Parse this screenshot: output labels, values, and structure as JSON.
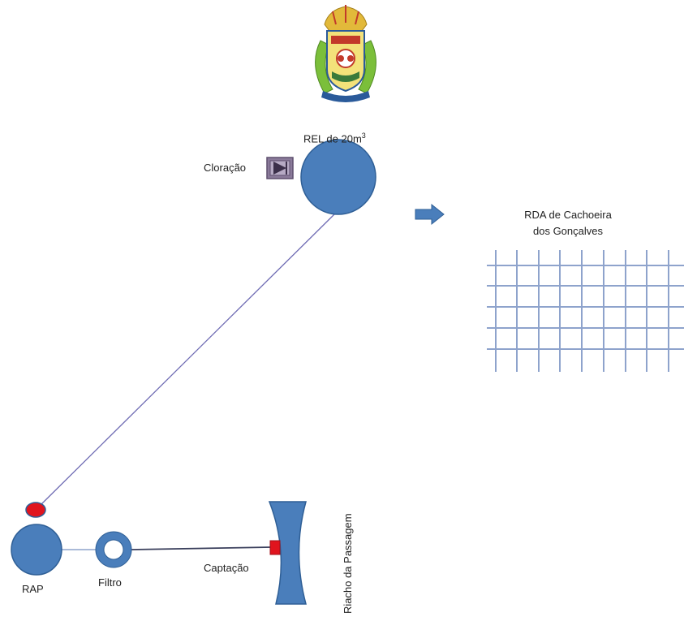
{
  "colors": {
    "node_fill": "#4a7ebb",
    "node_stroke": "#2f5f96",
    "valve_red": "#e0141e",
    "grid_line": "#8ea3cc",
    "pipe_line": "#6e6bb3",
    "pipe_line_dark": "#3a3f5c",
    "arrow_fill": "#4a7ebb",
    "chlorine_box_fill": "#8a7a9a",
    "chlorine_box_stroke": "#5e4f6e"
  },
  "logo": {
    "icon": "municipal-coat-of-arms-icon"
  },
  "nodes": {
    "rel": {
      "label_prefix": "REL de 20m",
      "label_superscript": "3"
    },
    "cloracao": {
      "label": "Cloração",
      "icon": "chlorination-pump-icon"
    },
    "rda": {
      "label_line1": "RDA de Cachoeira",
      "label_line2": "dos Gonçalves"
    },
    "rap": {
      "label": "RAP"
    },
    "filtro": {
      "label": "Filtro"
    },
    "captacao": {
      "label": "Captação"
    },
    "riacho": {
      "label": "Riacho da Passagem"
    }
  },
  "arrow": {
    "icon": "right-arrow-icon"
  }
}
